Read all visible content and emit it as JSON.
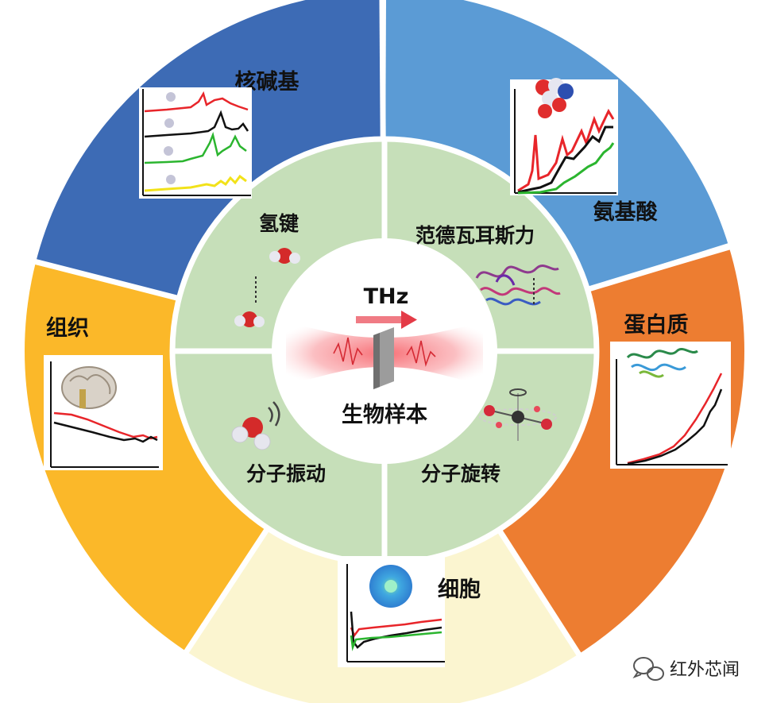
{
  "center": {
    "arrow_label": "THz",
    "sample_label": "生物样本"
  },
  "inner_ring": [
    {
      "label": "氢键"
    },
    {
      "label": "范德瓦耳斯力"
    },
    {
      "label": "分子振动"
    },
    {
      "label": "分子旋转"
    }
  ],
  "outer_ring": [
    {
      "label": "核碱基",
      "color": "#3d6bb5"
    },
    {
      "label": "氨基酸",
      "color": "#5b9bd5"
    },
    {
      "label": "蛋白质",
      "color": "#ed7d31"
    },
    {
      "label": "细胞",
      "color": "#fbf5d0"
    },
    {
      "label": "组织",
      "color": "#fbb829"
    }
  ],
  "inner_color": "#c6dfb9",
  "watermark": {
    "text": "红外芯闻",
    "icon": "wechat-icon"
  }
}
